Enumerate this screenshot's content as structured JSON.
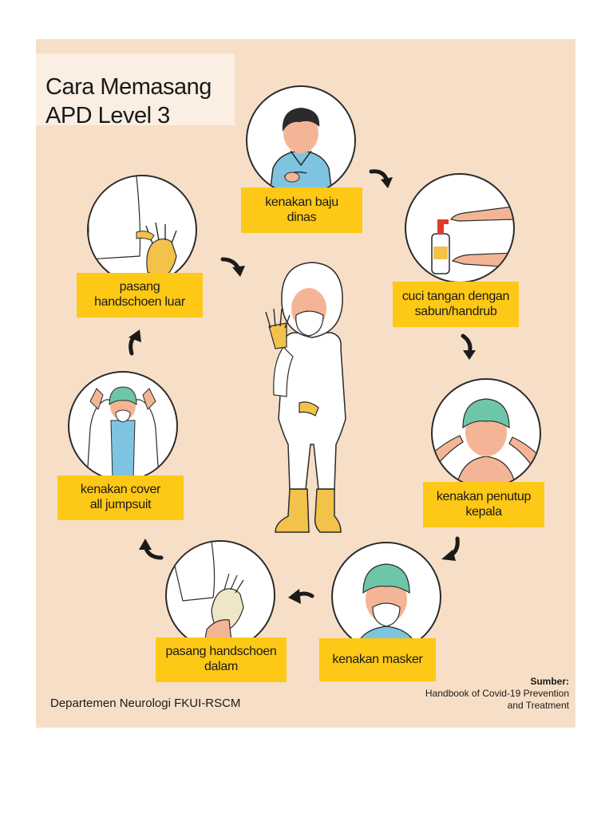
{
  "title": {
    "line1": "Cara Memasang",
    "line2": "APD Level 3"
  },
  "steps": [
    {
      "line1": "kenakan baju",
      "line2": "dinas"
    },
    {
      "line1": "cuci tangan dengan",
      "line2": "sabun/handrub"
    },
    {
      "line1": "kenakan penutup",
      "line2": "kepala"
    },
    {
      "line1": "kenakan masker",
      "line2": ""
    },
    {
      "line1": "pasang handschoen",
      "line2": "dalam"
    },
    {
      "line1": "kenakan cover",
      "line2": "all jumpsuit"
    },
    {
      "line1": "pasang",
      "line2": "handschoen luar"
    }
  ],
  "footer": {
    "department": "Departemen Neurologi FKUI-RSCM",
    "source_label": "Sumber:",
    "source_line1": "Handbook of Covid-19 Prevention",
    "source_line2": "and Treatment"
  },
  "colors": {
    "background": "#f7dfc7",
    "label_fill": "#fdc816",
    "title_box": "#fbeee2",
    "cap_green": "#6dc6a8",
    "scrub_blue": "#7ec4e0",
    "skin": "#f4b596",
    "glove_yellow": "#f3c24a"
  },
  "icons": [
    "flow-arrow-icon",
    "step-illustration",
    "ppe-figure-illustration"
  ]
}
